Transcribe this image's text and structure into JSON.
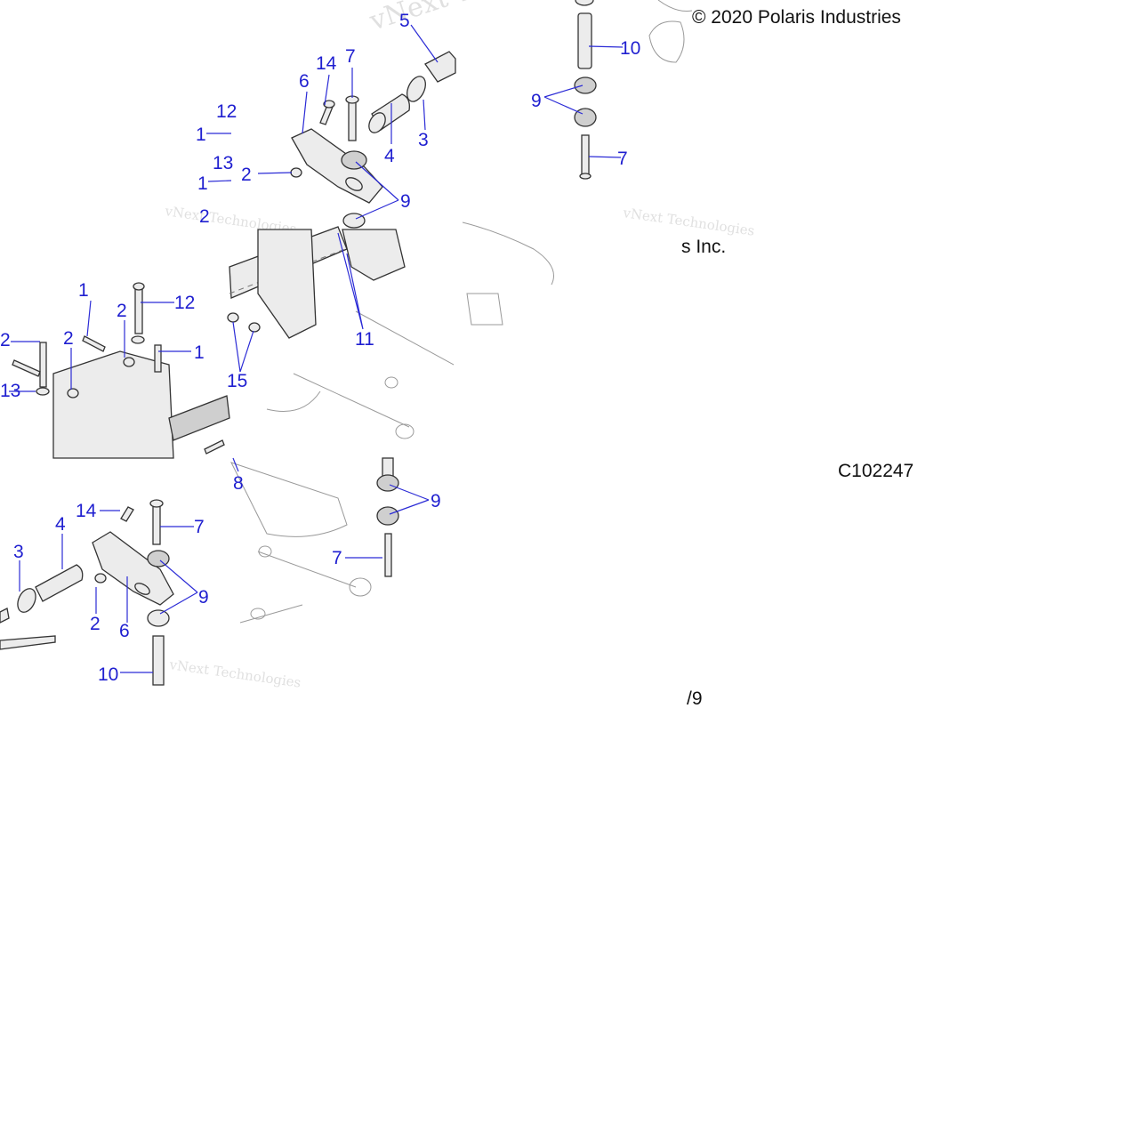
{
  "copyright": "© 2020 Polaris Industries",
  "inc_fragment": "s Inc.",
  "figure_id": "C102247",
  "page_fragment": "/9",
  "watermarks": [
    "vNext Technologies",
    "vNext Technologies",
    "vNext Technologies",
    "vNext Technologies"
  ],
  "callouts": {
    "c1": "1",
    "c2": "2",
    "c3": "3",
    "c4": "4",
    "c5": "5",
    "c6": "6",
    "c7": "7",
    "c8": "8",
    "c9": "9",
    "c10": "10",
    "c11": "11",
    "c12": "12",
    "c13": "13",
    "c14": "14",
    "c15": "15"
  },
  "colors": {
    "callout": "#1f1fd0",
    "leader": "#2b2bd6",
    "watermark": "#c8c8c8"
  }
}
